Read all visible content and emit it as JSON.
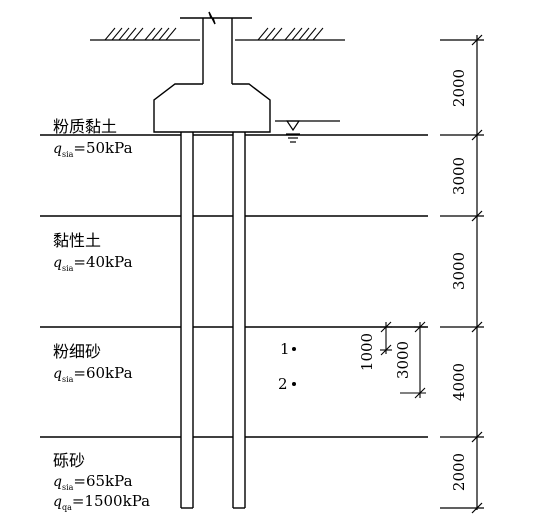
{
  "layers": [
    {
      "name": "粉质黏土",
      "param_symbol": "q",
      "param_sub": "sia",
      "param_value": "=50kPa"
    },
    {
      "name": "黏性土",
      "param_symbol": "q",
      "param_sub": "sia",
      "param_value": "=40kPa"
    },
    {
      "name": "粉细砂",
      "param_symbol": "q",
      "param_sub": "sia",
      "param_value": "=60kPa"
    },
    {
      "name": "砾砂",
      "param_symbol": "q",
      "param_sub": "sia",
      "param_value": "=65kPa",
      "param2_symbol": "q",
      "param2_sub": "qa",
      "param2_value": "=1500kPa"
    }
  ],
  "dimensions": {
    "right": [
      "2000",
      "3000",
      "3000",
      "4000",
      "2000"
    ],
    "inner_1": "1000",
    "inner_2": "3000"
  },
  "points": {
    "p1": "1",
    "p2": "2"
  },
  "colors": {
    "ink": "#000000",
    "background": "#ffffff"
  }
}
